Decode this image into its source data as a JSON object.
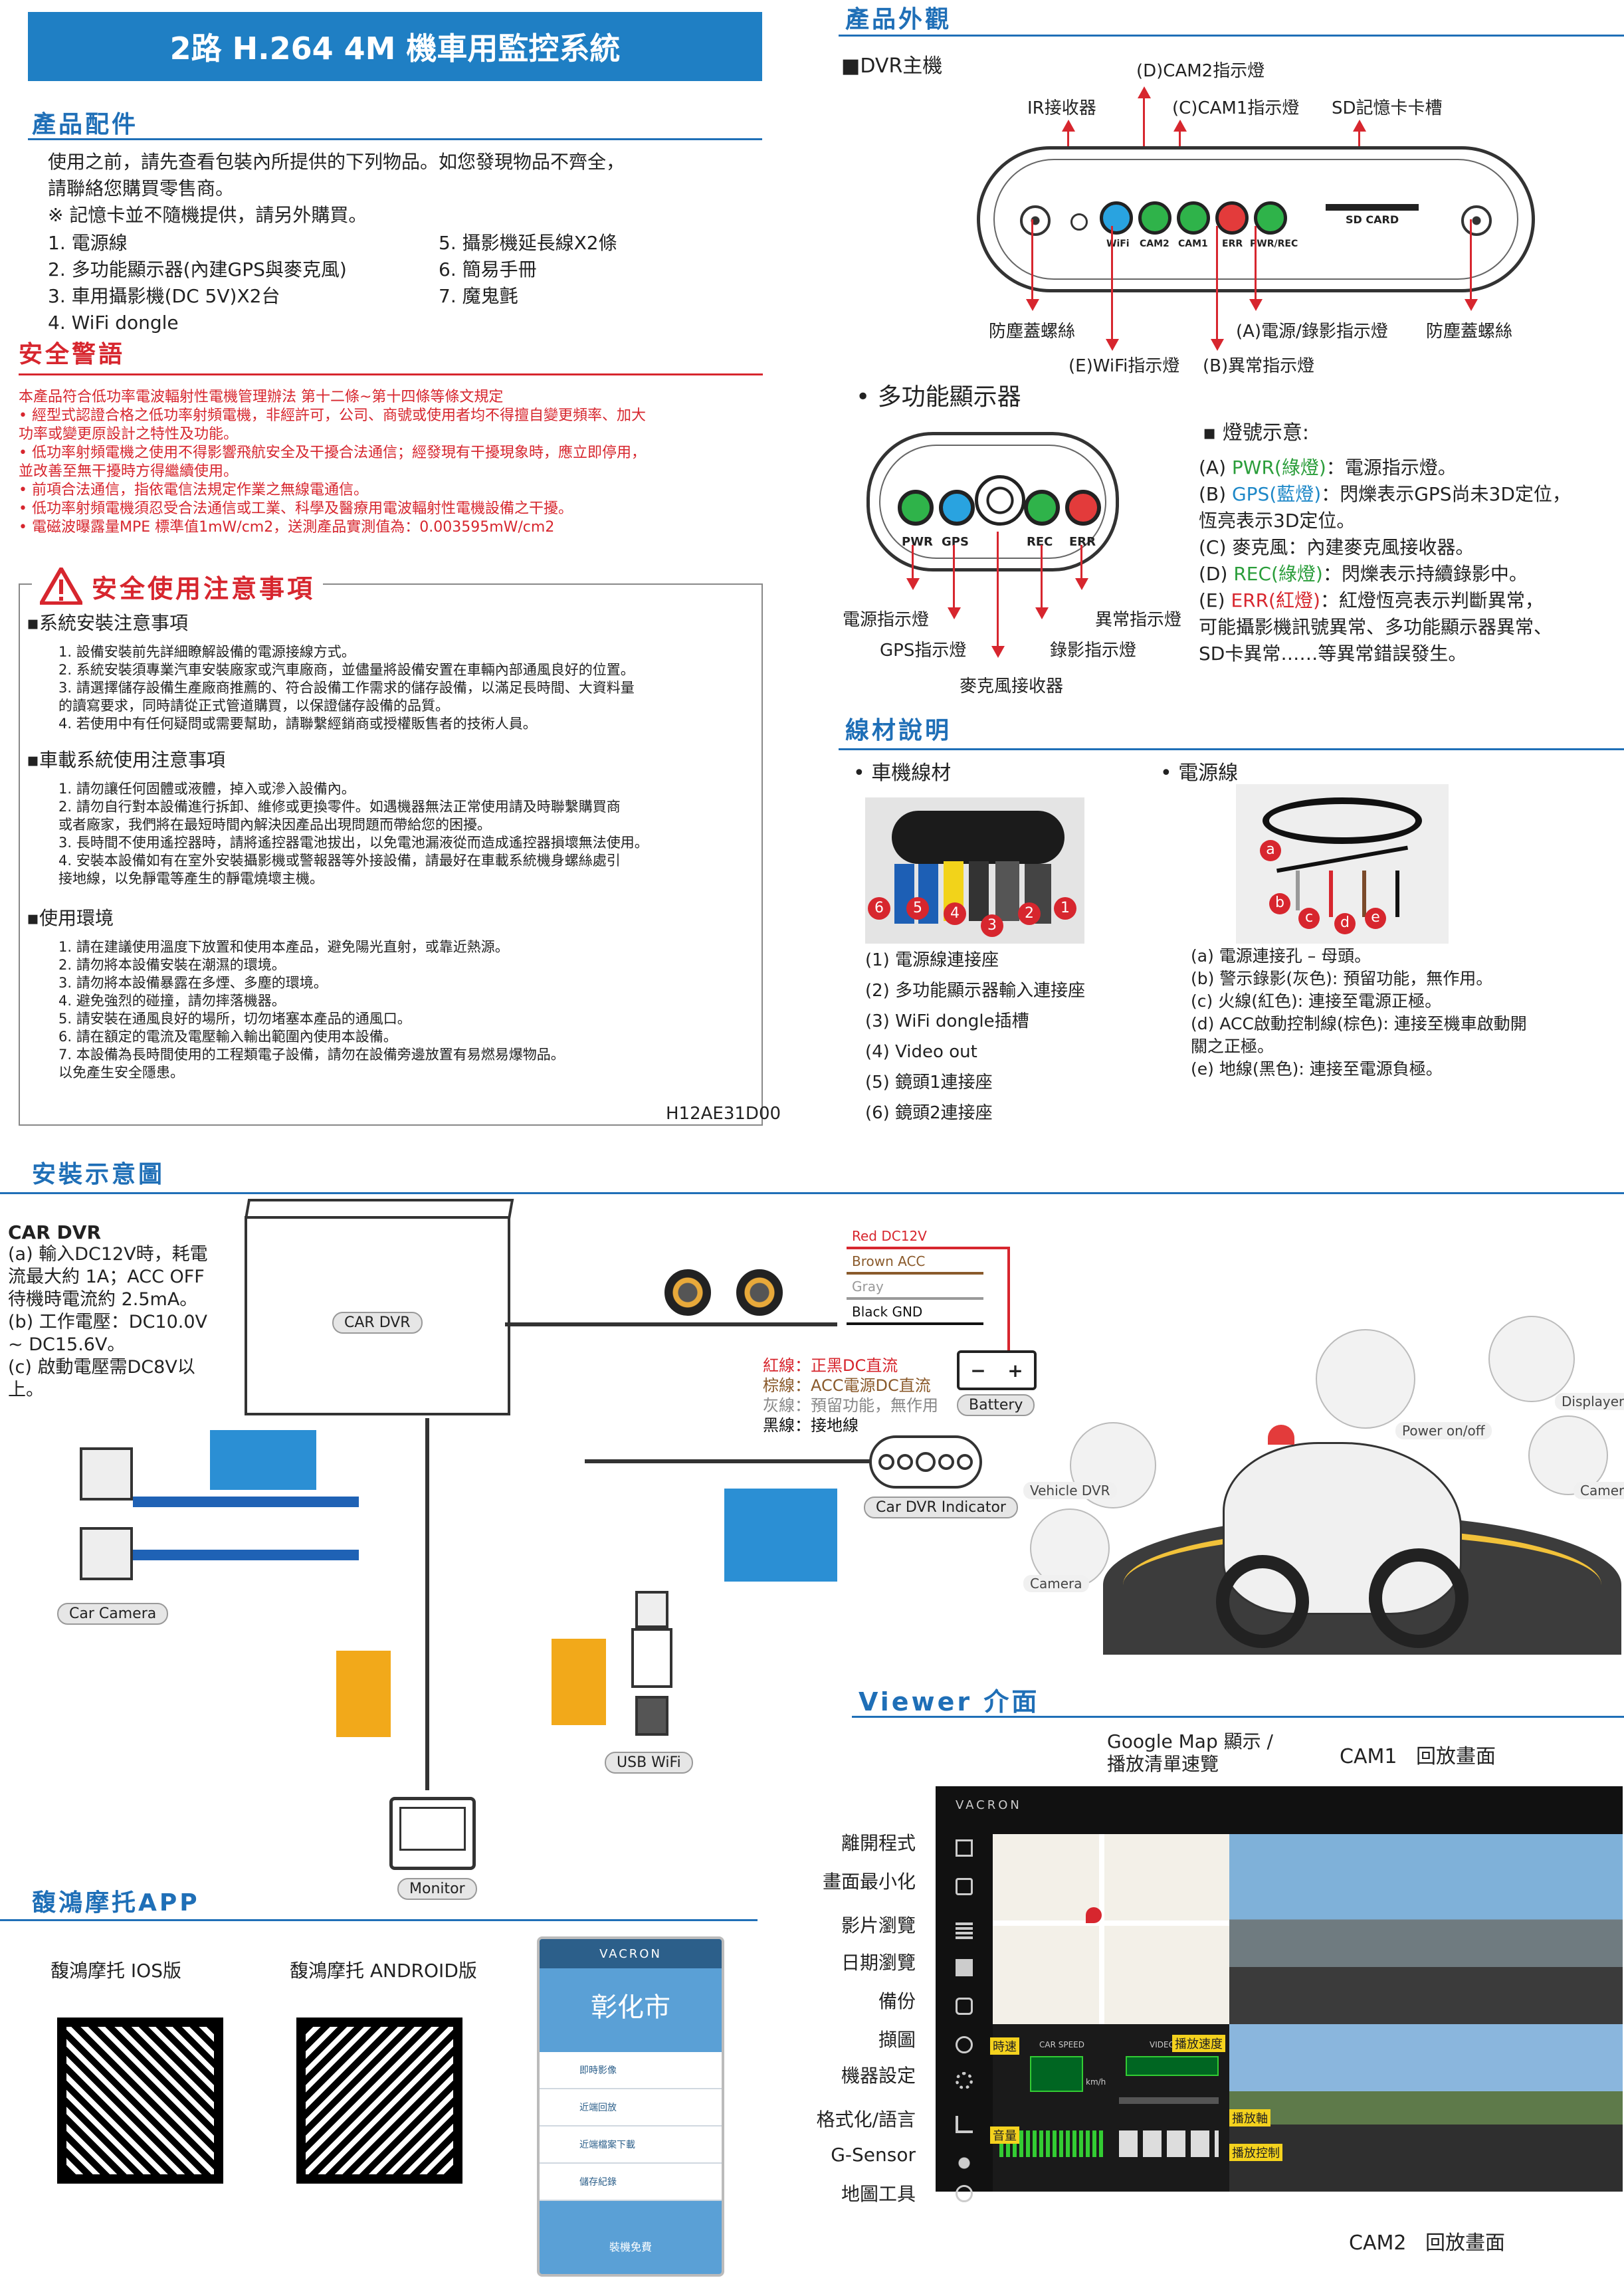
{
  "title": "2路 H.264 4M 機車用監控系統",
  "accessories": {
    "heading": "產品配件",
    "intro": "使用之前，請先查看包裝內所提供的下列物品。如您發現物品不齊全，\n請聯絡您購買零售商。\n※ 記憶卡並不隨機提供，請另外購買。",
    "left_items": "1. 電源線\n2. 多功能顯示器(內建GPS與麥克風)\n3. 車用攝影機(DC 5V)X2台\n4. WiFi dongle",
    "right_items": "5. 攝影機延長線X2條\n6. 簡易手冊\n7. 魔鬼氈"
  },
  "safety_warning": {
    "heading": "安全警語",
    "text": "本產品符合低功率電波輻射性電機管理辦法 第十二條~第十四條等條文規定\n• 經型式認證合格之低功率射頻電機，非經許可，公司、商號或使用者均不得擅自變更頻率、加大\n  功率或變更原設計之特性及功能。\n• 低功率射頻電機之使用不得影響飛航安全及干擾合法通信；經發現有干擾現象時，應立即停用，\n  並改善至無干擾時方得繼續使用。\n• 前項合法通信，指依電信法規定作業之無線電通信。\n• 低功率射頻電機須忍受合法通信或工業、科學及醫療用電波輻射性電機設備之干擾。\n• 電磁波曝露量MPE 標準值1mW/cm2，送測產品實測值為：0.003595mW/cm2"
  },
  "safe_use": {
    "heading": "安全使用注意事項",
    "sub1": "▪系統安裝注意事項",
    "list1": "1. 設備安裝前先詳細瞭解設備的電源接線方式。\n2. 系統安裝須專業汽車安裝廠家或汽車廠商，並儘量將設備安置在車輛內部通風良好的位置。\n3. 請選擇儲存設備生產廠商推薦的、符合設備工作需求的儲存設備，以滿足長時間、大資料量\n    的讀寫要求，同時請從正式管道購買，以保證儲存設備的品質。\n4. 若使用中有任何疑問或需要幫助，請聯繫經銷商或授權販售者的技術人員。",
    "sub2": "▪車載系統使用注意事項",
    "list2": "1. 請勿讓任何固體或液體，掉入或滲入設備內。\n2. 請勿自行對本設備進行拆卸、維修或更換零件。如遇機器無法正常使用請及時聯繫購買商\n    或者廠家，我們將在最短時間內解決因產品出現問題而帶給您的困擾。\n3. 長時間不使用遙控器時，請將遙控器電池拔出，以免電池漏液從而造成遙控器損壞無法使用。\n4. 安裝本設備如有在室外安裝攝影機或警報器等外接設備，請最好在車載系統機身螺絲處引\n    接地線，以免靜電等產生的靜電燒壞主機。",
    "sub3": "▪使用環境",
    "list3": "1. 請在建議使用溫度下放置和使用本產品，避免陽光直射，或靠近熱源。\n2. 請勿將本設備安裝在潮濕的環境。\n3. 請勿將本設備暴露在多煙、多塵的環境。\n4. 避免強烈的碰撞，請勿摔落機器。\n5. 請安裝在通風良好的場所，切勿堵塞本產品的通風口。\n6. 請在額定的電流及電壓輸入輸出範圍內使用本設備。\n7. 本設備為長時間使用的工程類電子設備，請勿在設備旁邊放置有易燃易爆物品。\n    以免產生安全隱患。",
    "code": "H12AE31D00"
  },
  "appearance": {
    "heading": "產品外觀",
    "dvr_label": "■DVR主機",
    "labels_top": [
      "IR接收器",
      "(D)CAM2指示燈",
      "(C)CAM1指示燈",
      "SD記憶卡卡槽"
    ],
    "labels_bottom": [
      "防塵蓋螺絲",
      "(E)WiFi指示燈",
      "(B)異常指示燈",
      "(A)電源/錄影指示燈",
      "防塵蓋螺絲"
    ],
    "panel_text": [
      "WiFi",
      "CAM2",
      "CAM1",
      "ERR",
      "PWR/REC",
      "SD CARD"
    ],
    "display_heading": "• 多功能顯示器",
    "display_panel": [
      "PWR",
      "GPS",
      "REC",
      "ERR"
    ],
    "display_labels": [
      "電源指示燈",
      "GPS指示燈",
      "麥克風接收器",
      "錄影指示燈",
      "異常指示燈"
    ],
    "led_heading": "▪ 燈號示意:",
    "led_lines": [
      {
        "k": "(A) ",
        "c": "PWR(綠燈)",
        "v": "：電源指示燈。",
        "color": "#2a9d3a"
      },
      {
        "k": "(B) ",
        "c": "GPS(藍燈)",
        "v": "：閃爍表示GPS尚未3D定位，\n恆亮表示3D定位。",
        "color": "#1e88c8"
      },
      {
        "k": "(C) ",
        "c": "",
        "v": "麥克風：內建麥克風接收器。",
        "color": "#222"
      },
      {
        "k": "(D) ",
        "c": "REC(綠燈)",
        "v": "：閃爍表示持續錄影中。",
        "color": "#2a9d3a"
      },
      {
        "k": "(E) ",
        "c": "ERR(紅燈)",
        "v": "：紅燈恆亮表示判斷異常，\n可能攝影機訊號異常、多功能顯示器異常、\nSD卡異常……等異常錯誤發生。",
        "color": "#d7262e"
      }
    ]
  },
  "wires": {
    "heading": "線材說明",
    "car_heading": "• 車機線材",
    "power_heading": "• 電源線",
    "car_items": [
      "(1) 電源線連接座",
      "(2) 多功能顯示器輸入連接座",
      "(3) WiFi dongle插槽",
      "(4) Video out",
      "(5) 鏡頭1連接座",
      "(6) 鏡頭2連接座"
    ],
    "car_badges": [
      "6",
      "5",
      "4",
      "3",
      "2",
      "1"
    ],
    "power_badges": [
      "a",
      "b",
      "c",
      "d",
      "e"
    ],
    "power_items": "(a) 電源連接孔 – 母頭。\n(b) 警示錄影(灰色): 預留功能，無作用。\n(c) 火線(紅色): 連接至電源正極。\n(d) ACC啟動控制線(棕色): 連接至機車啟動開\n     關之正極。\n(e) 地線(黑色): 連接至電源負極。"
  },
  "install": {
    "heading": "安裝示意圖",
    "car_dvr_title": "CAR DVR",
    "car_dvr_text": "(a) 輸入DC12V時，耗電\n流最大約 1A；ACC OFF\n待機時電流約 2.5mA。\n(b) 工作電壓：DC10.0V\n~ DC15.6V。\n(c) 啟動電壓需DC8V以\n上。",
    "box_label": "CAR DVR",
    "wires": [
      "Red DC12V",
      "Brown ACC",
      "Gray",
      "Black GND"
    ],
    "wire_desc": [
      "紅線：正黑DC直流",
      "棕線：ACC電源DC直流",
      "灰線：預留功能，無作用",
      "黑線：接地線"
    ],
    "battery": "Battery",
    "indicator": "Car DVR Indicator",
    "camera": "Car Camera",
    "usb": "USB WiFi",
    "monitor": "Monitor",
    "bike_tags": [
      "Power on/off",
      "Displayer",
      "Camera",
      "Vehicle DVR",
      "Camera"
    ]
  },
  "app": {
    "heading": "馥鴻摩托APP",
    "ios": "馥鴻摩托 IOS版",
    "android": "馥鴻摩托 ANDROID版",
    "phone_brand": "VACRON",
    "phone_city": "彰化市",
    "phone_menu": [
      "即時影像",
      "近端回放",
      "近端檔案下載",
      "儲存紀錄"
    ],
    "phone_footer": "裝機免費"
  },
  "viewer": {
    "heading": "Viewer 介面",
    "top_note": "Google Map 顯示 /\n播放清單速覽",
    "cam1": "CAM1   回放畫面",
    "cam2": "CAM2   回放畫面",
    "menu": [
      "離開程式",
      "畫面最小化",
      "影片瀏覽",
      "日期瀏覽",
      "備份",
      "擷圖",
      "機器設定",
      "格式化/語言",
      "G-Sensor",
      "地圖工具"
    ],
    "brand": "VACRON",
    "overlay": [
      "時速",
      "播放速度",
      "音量",
      "播放軸",
      "播放控制"
    ],
    "panel_labels": [
      "CAR SPEED",
      "VIDEO SPEED",
      "km/h"
    ]
  }
}
